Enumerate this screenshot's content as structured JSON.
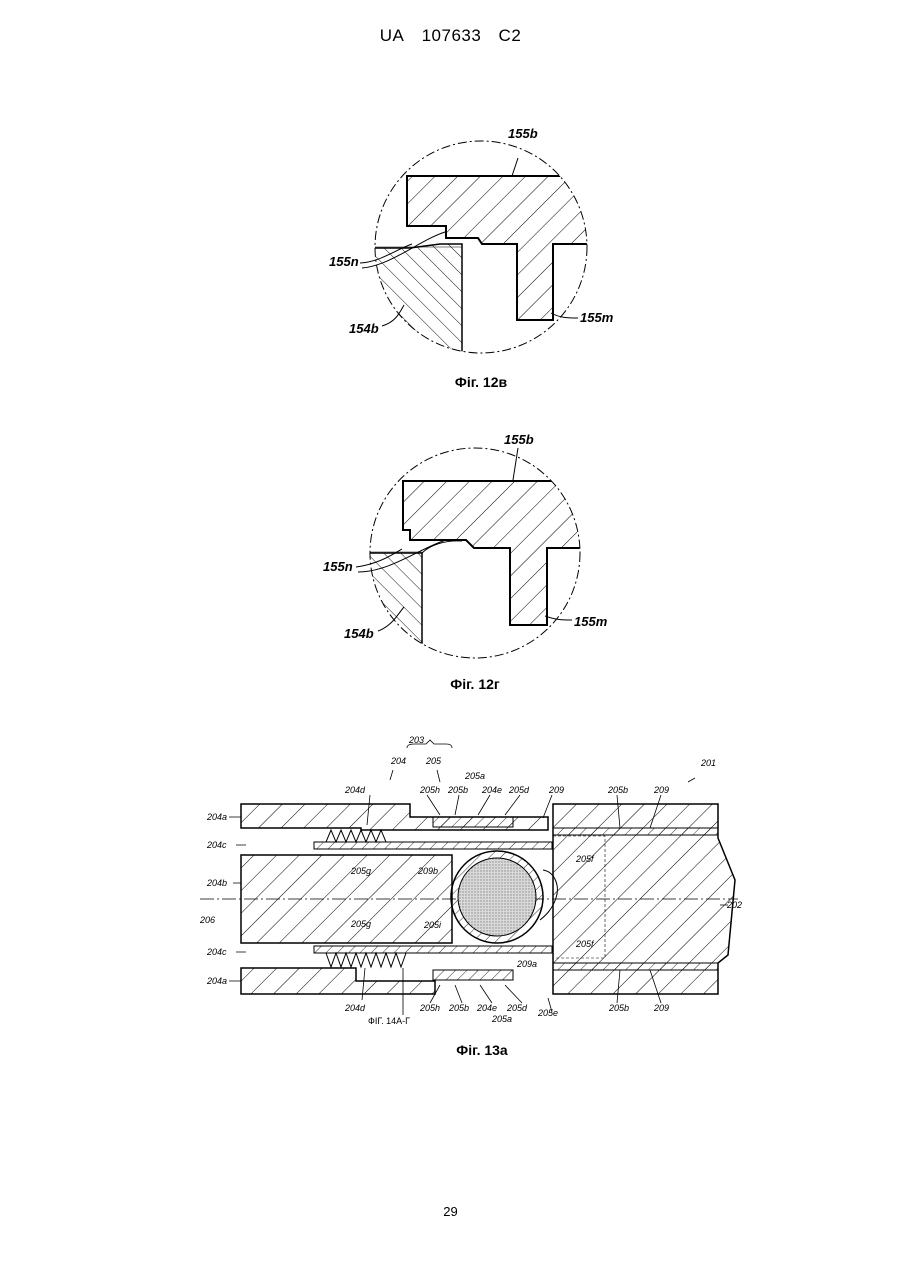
{
  "header": {
    "country": "UA",
    "number": "107633",
    "kind": "C2"
  },
  "figures": [
    {
      "caption": "Фіг. 12в",
      "labels": {
        "top": "155b",
        "left": "155n",
        "bottom_left": "154b",
        "right": "155m"
      }
    },
    {
      "caption": "Фіг. 12г",
      "labels": {
        "top": "155b",
        "left": "155n",
        "bottom_left": "154b",
        "right": "155m"
      }
    },
    {
      "caption": "Фіг. 13а",
      "labels": {
        "l203": "203",
        "l204": "204",
        "l205": "205",
        "l205a": "205a",
        "l201": "201",
        "l204d_top": "204d",
        "l205h_top": "205h",
        "l205b_top": "205b",
        "l204e_top": "204e",
        "l205d_top": "205d",
        "l209_top": "209",
        "l205b_tr": "205b",
        "l209_tr": "209",
        "l204a_top": "204a",
        "l204c_top": "204c",
        "l204b": "204b",
        "l206": "206",
        "l204c_bot": "204c",
        "l204a_bot": "204a",
        "l205g_top": "205g",
        "l209b": "209b",
        "l205f_top": "205f",
        "l205i": "205i",
        "l205g_bot": "205g",
        "l205f_bot": "205f",
        "l209a": "209a",
        "l202": "202",
        "l204d_bot": "204d",
        "l205h_bot": "205h",
        "l205b_bot": "205b",
        "l204e_bot": "204e",
        "l205d_bot": "205d",
        "l205a_bot": "205a",
        "l205e": "205e",
        "l205b_br": "205b",
        "l209_br": "209",
        "l14a": "ФІГ. 14А-Г"
      }
    }
  ],
  "page_number": "29"
}
